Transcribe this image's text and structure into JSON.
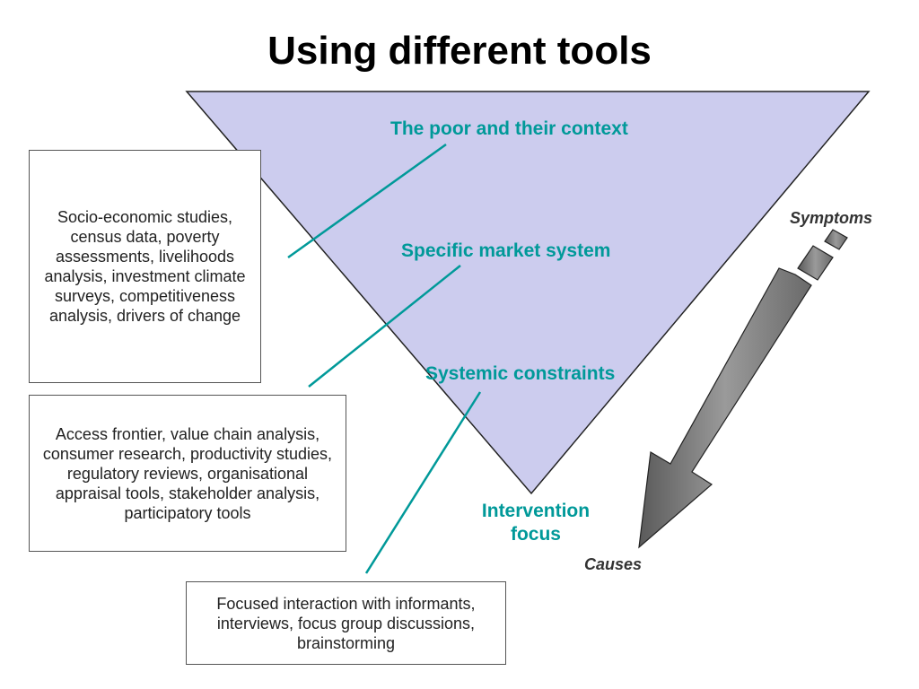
{
  "title": "Using different tools",
  "levels": {
    "poor_context": "The poor and their context",
    "market_system": "Specific market system",
    "constraints": "Systemic constraints",
    "intervention": "Intervention focus"
  },
  "arrow": {
    "top_label": "Symptoms",
    "bottom_label": "Causes"
  },
  "tool_boxes": {
    "box1": "Socio-economic studies, census data, poverty assessments, livelihoods analysis, investment climate surveys, competitiveness analysis, drivers of change",
    "box2": "Access frontier, value chain analysis, consumer research, productivity studies, regulatory reviews,  organisational appraisal tools, stakeholder analysis, participatory tools",
    "box3": "Focused interaction with informants, interviews, focus group discussions, brainstorming"
  },
  "colors": {
    "triangle_fill": "#CCCCEE",
    "teal": "#009999",
    "arrow_fill": "#808080"
  }
}
